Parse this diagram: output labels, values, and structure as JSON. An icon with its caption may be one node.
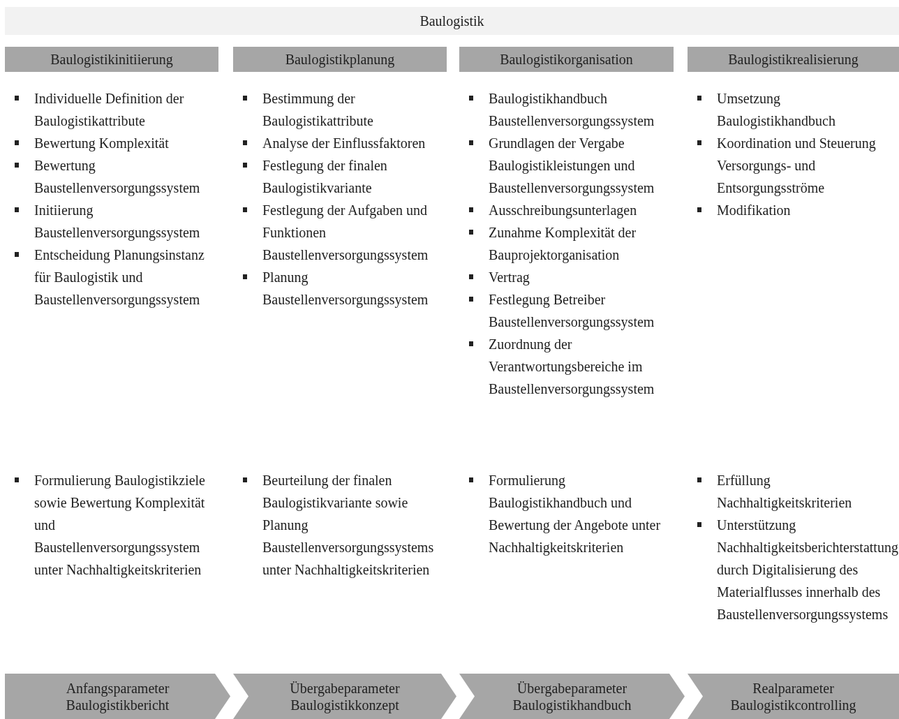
{
  "diagram": {
    "nodes": [
      {
        "text": [
          "Baulogistik"
        ]
      },
      {
        "text": [
          "Baulogistikinitiierung"
        ]
      },
      {
        "text": [
          "Baulogistikplanung"
        ]
      },
      {
        "text": [
          "Baulogistikorganisation"
        ]
      },
      {
        "text": [
          "Baulogistikrealisierung"
        ]
      },
      {
        "text": [
          "Anfangsparameter Baulogistikbericht"
        ]
      },
      {
        "text": [
          "Übergabeparameter Baulogistikkonzept"
        ]
      },
      {
        "text": [
          "Übergabeparameter Baulogistikhandbuch"
        ]
      },
      {
        "text": [
          "Realparameter Baulogistikcontrolling"
        ]
      }
    ],
    "labels": [
      "Individuelle Definition der Baulogistikattribute",
      "Bewertung Komplexität",
      "Bewertung Baustellenversorgungssystem",
      "Initiierung Baustellenversorgungssystem",
      "Entscheidung Planungsinstanz für Baulogistik und Baustellenversorgungssystem",
      "Bestimmung der Baulogistikattribute",
      "Analyse der Einflussfaktoren",
      "Festlegung der finalen Baulogistikvariante",
      "Festlegung der Aufgaben und Funktionen Baustellenversorgungssystem",
      "Planung Baustellenversorgungssystem",
      "Baulogistikhandbuch Baustellenversorgungssystem",
      "Grundlagen der Vergabe Baulogistikleistungen und Baustellenversorgungssystem",
      "Ausschreibungsunterlagen",
      "Zunahme Komplexität der Bauprojektorganisation",
      "Vertrag",
      "Festlegung Betreiber Baustellenversorgungssystem",
      "Zuordnung der Verantwortungsbereiche im Baustellenversorgungssystem",
      "Umsetzung Baulogistikhandbuch",
      "Koordination und Steuerung Versorgungs- und Entsorgungsströme",
      "Modifikation",
      "Formulierung Baulogistikziele sowie Bewertung Komplexität und Baustellenversorgungssystem unter Nachhaltigkeitskriterien",
      "Beurteilung der finalen Baulogistikvariante sowie Planung Baustellenversorgungssystems unter Nachhaltigkeitskriterien",
      "Formulierung Baulogistikhandbuch und Bewertung der Angebote unter Nachhaltigkeitskriterien",
      "Erfüllung Nachhaltigkeitskriterien",
      "Unterstützung Nachhaltigkeitsberichterstattung durch Digitalisierung des Materialflusses innerhalb des Baustellenversorgungssystems"
    ]
  }
}
